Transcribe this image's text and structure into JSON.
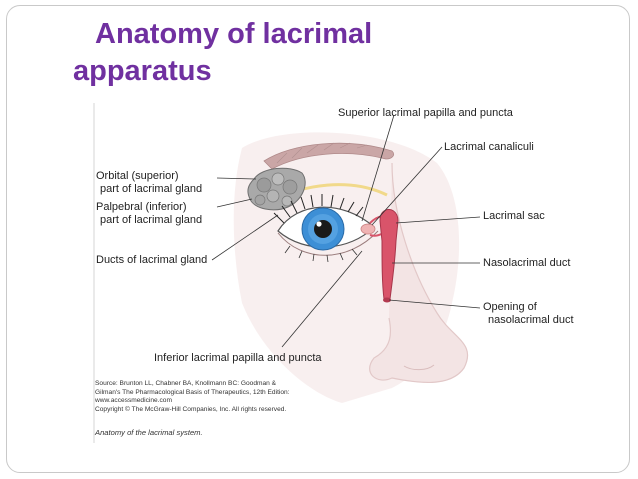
{
  "slide": {
    "title_line1": "Anatomy of lacrimal",
    "title_line2": "apparatus"
  },
  "figure": {
    "labels": {
      "superior_papilla": "Superior lacrimal papilla and puncta",
      "canaliculi": "Lacrimal canaliculi",
      "orbital_part_line1": "Orbital (superior)",
      "orbital_part_line2": "part of lacrimal gland",
      "palpebral_part_line1": "Palpebral (inferior)",
      "palpebral_part_line2": "part of lacrimal gland",
      "lacrimal_sac": "Lacrimal sac",
      "ducts": "Ducts of lacrimal gland",
      "nasolacrimal_duct": "Nasolacrimal duct",
      "opening_line1": "Opening of",
      "opening_line2": "nasolacrimal duct",
      "inferior_papilla": "Inferior lacrimal papilla and puncta"
    },
    "source_lines": [
      "Source: Brunton LL, Chabner BA, Knollmann BC: Goodman &",
      "Gilman's The Pharmacological Basis of Therapeutics, 12th Edition:",
      "www.accessmedicine.com",
      "Copyright © The McGraw-Hill Companies, Inc. All rights reserved."
    ],
    "caption": "Anatomy of the lacrimal system."
  },
  "colors": {
    "title": "#7030a0",
    "iris": "#3d8fd6",
    "duct": "#d9546a",
    "skin": "#f3e4e4"
  }
}
